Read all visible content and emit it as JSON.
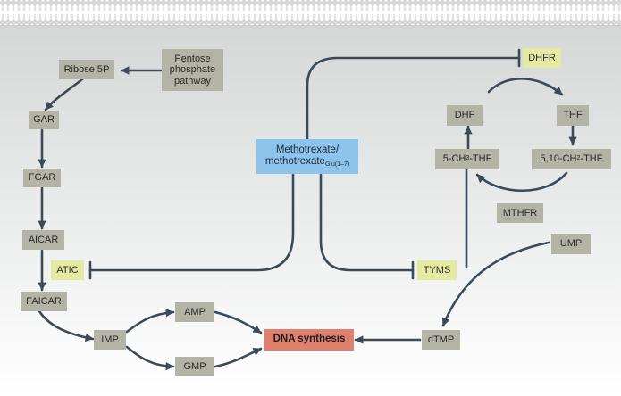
{
  "nodes": {
    "pentose": [
      "Pentose",
      "phosphate",
      "pathway"
    ],
    "ribose5p": "Ribose 5P",
    "gar": "GAR",
    "fgar": "FGAR",
    "aicar": "AICAR",
    "atic": "ATIC",
    "faicar": "FAICAR",
    "imp": "IMP",
    "amp": "AMP",
    "gmp": "GMP",
    "dna_synthesis": "DNA synthesis",
    "methotrexate_line1": "Methotrexate/",
    "methotrexate_line2": "methotrexate",
    "methotrexate_sub": "Glu(1–7)",
    "dhfr": "DHFR",
    "dhf": "DHF",
    "thf": "THF",
    "ch3thf_pre": "5-CH",
    "ch3thf_sub": "3",
    "ch3thf_post": "-THF",
    "methylene_pre": "5,10-CH",
    "methylene_sub": "2",
    "methylene_post": "-THF",
    "mthfr": "MTHFR",
    "ump": "UMP",
    "tyms": "TYMS",
    "dtmp": "dTMP"
  },
  "colors": {
    "metabolite": "#b3b3a6",
    "enzyme": "#e5eaa3",
    "drug": "#8cc4ec",
    "output": "#e0806f",
    "arrow": "#3a4a58"
  }
}
